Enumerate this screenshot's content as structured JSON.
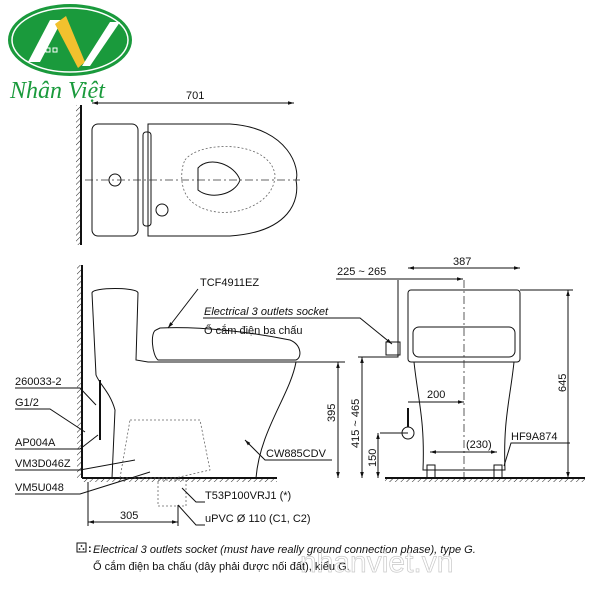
{
  "logo": {
    "brand": "Nhân Việt",
    "colors": {
      "green": "#1a9a3c",
      "yellow": "#f2c12e"
    }
  },
  "top_view": {
    "width_dim": "701"
  },
  "side_view": {
    "seat_model": "TCF4911EZ",
    "socket_label_en": "Electrical 3 outlets socket",
    "socket_label_vi": "Ổ cắm điện ba chấu",
    "parts": [
      "260033-2",
      "G1/2",
      "AP004A",
      "VM3D046Z",
      "VM5U048"
    ],
    "bowl_model": "CW885CDV",
    "flange_model": "T53P100VRJ1 (*)",
    "pipe": "uPVC Ø 110 (C1, C2)",
    "dim_rough_in": "305",
    "dim_seat_height": "395",
    "dim_socket_height": "415 ~ 465"
  },
  "front_view": {
    "dim_width": "387",
    "dim_socket_offset": "225 ~ 265",
    "dim_height": "645",
    "dim_supply_offset": "200",
    "dim_bolt_spacing": "(230)",
    "dim_supply_height": "150",
    "bolt_model": "HF9A874"
  },
  "footnote": {
    "line_en": "Electrical 3 outlets socket (must have really ground connection phase), type G.",
    "line_vi": "Ổ cắm điện ba chấu (dây phải được nối đất), kiểu G.",
    "prefix": ":"
  },
  "watermark": "nhanviet.vn"
}
